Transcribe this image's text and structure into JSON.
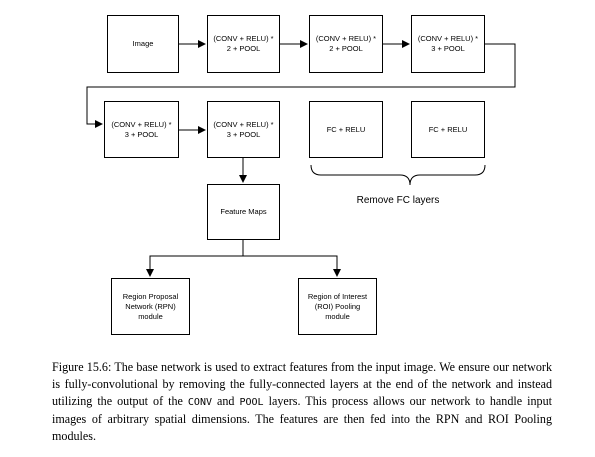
{
  "diagram": {
    "image_label": "Image",
    "block1_label": "(CONV + RELU) *\n2 + POOL",
    "block2_label": "(CONV + RELU) *\n2 + POOL",
    "block3_label": "(CONV + RELU) *\n3 + POOL",
    "block4_label": "(CONV + RELU) *\n3 + POOL",
    "block5_label": "(CONV + RELU) *\n3 + POOL",
    "fc1_label": "FC + RELU",
    "fc2_label": "FC + RELU",
    "remove_label": "Remove FC layers",
    "feature_maps_label": "Feature Maps",
    "rpn_label": "Region Proposal\nNetwork (RPN)\nmodule",
    "roi_label": "Region of Interest\n(ROI) Pooling\nmodule"
  },
  "caption": {
    "part1": "Figure 15.6: The base network is used to extract features from the input image. We ensure our network is fully-convolutional by removing the fully-connected layers at the end of the network and instead utilizing the output of the ",
    "conv": "CONV",
    "and": " and ",
    "pool": "POOL",
    "part2": " layers. This process allows our network to handle input images of arbitrary spatial dimensions. The features are then fed into the RPN and ROI Pooling modules."
  }
}
